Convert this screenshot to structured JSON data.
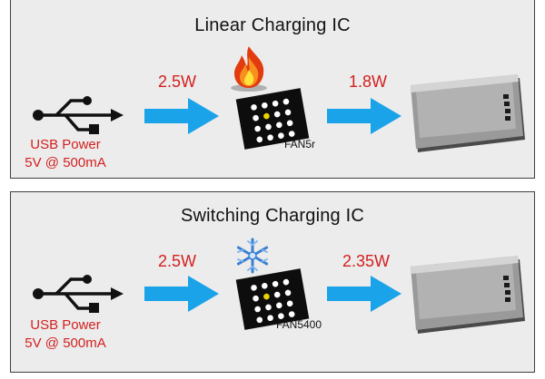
{
  "panels": [
    {
      "id": "linear",
      "title": "Linear Charging IC",
      "source_label_line1": "USB Power",
      "source_label_line2": "5V @ 500mA",
      "input_power": "2.5W",
      "output_power": "1.8W",
      "chip_label": "FAN5r",
      "indicator_icon": "fire-icon"
    },
    {
      "id": "switching",
      "title": "Switching Charging IC",
      "source_label_line1": "USB Power",
      "source_label_line2": "5V @ 500mA",
      "input_power": "2.5W",
      "output_power": "2.35W",
      "chip_label": "FAN5400",
      "indicator_icon": "snowflake-icon"
    }
  ],
  "colors": {
    "arrow": "#1aa3e8",
    "power_text": "#d32020",
    "panel_bg": "#ececec",
    "chip": "#0d0d0d",
    "battery": "#8e8e8e"
  }
}
